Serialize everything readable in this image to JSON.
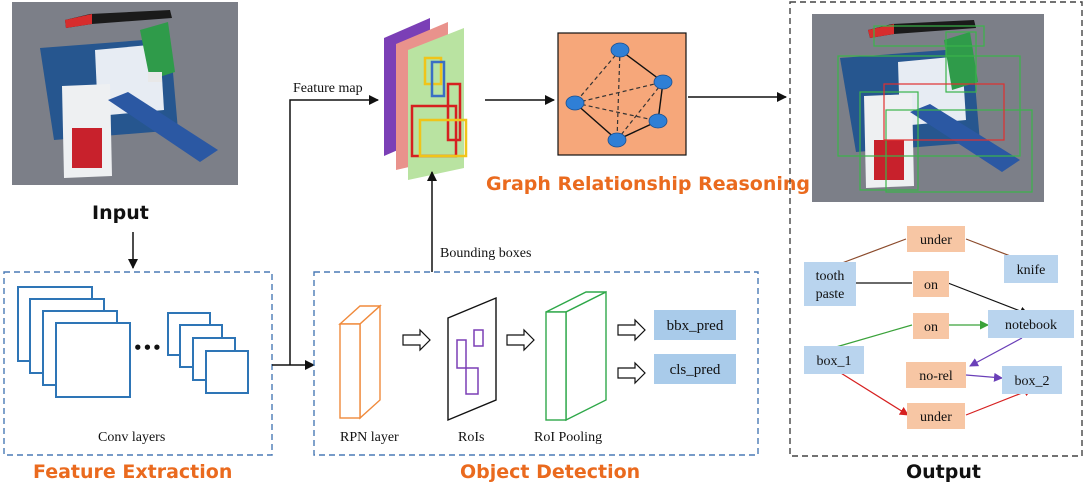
{
  "labels": {
    "input": "Input",
    "feature_extraction": "Feature Extraction",
    "conv_layers": "Conv layers",
    "object_detection": "Object Detection",
    "rpn_layer": "RPN layer",
    "rois": "RoIs",
    "roi_pooling": "RoI Pooling",
    "bbx_pred": "bbx_pred",
    "cls_pred": "cls_pred",
    "bounding_boxes": "Bounding boxes",
    "feature_map": "Feature  map",
    "graph_reasoning": "Graph Relationship Reasoning",
    "output": "Output",
    "ellipsis": "•••"
  },
  "relation_graph": {
    "objects": {
      "toothpaste_line1": "tooth",
      "toothpaste_line2": "paste",
      "knife": "knife",
      "notebook": "notebook",
      "box1": "box_1",
      "box2": "box_2"
    },
    "relations": {
      "under_top": "under",
      "on_top": "on",
      "on_mid": "on",
      "no_rel": "no-rel",
      "under_bottom": "under"
    }
  },
  "colors": {
    "accent_orange": "#ea6a1e",
    "dashed_border": "#4a7ab5",
    "conv_blue": "#2e75b6",
    "pred_fill": "#a9cbea",
    "rel_fill": "#f7c6a4",
    "obj_fill": "#b9d4ee",
    "graph_fill": "#f6a77a"
  }
}
